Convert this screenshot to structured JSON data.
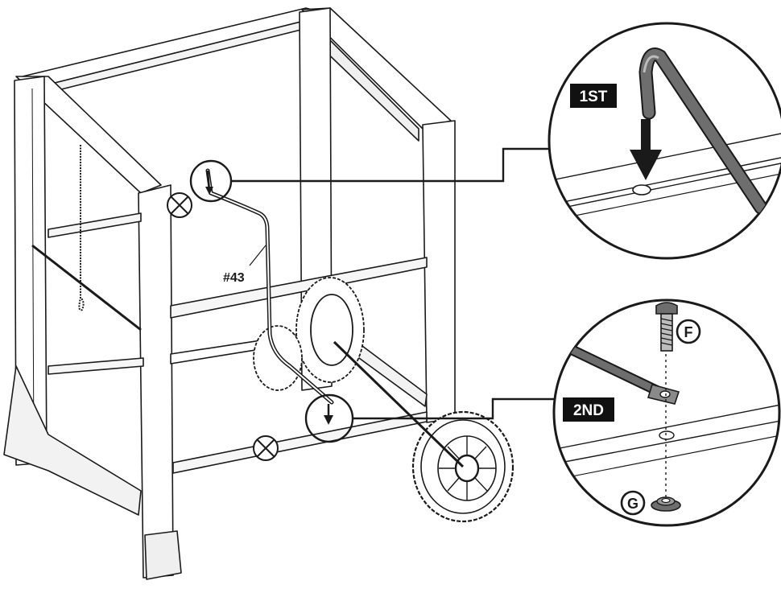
{
  "part_label": "#43",
  "steps": {
    "first": "1ST",
    "second": "2ND"
  },
  "fasteners": {
    "bolt": "F",
    "nut": "G"
  },
  "markers": {
    "no_attach_symbol": "⊗"
  },
  "colors": {
    "line": "#1a1a1a",
    "frame_fill": "#ffffff",
    "rod": "#6e6e6e",
    "badge_bg": "#111111",
    "badge_text": "#ffffff"
  }
}
